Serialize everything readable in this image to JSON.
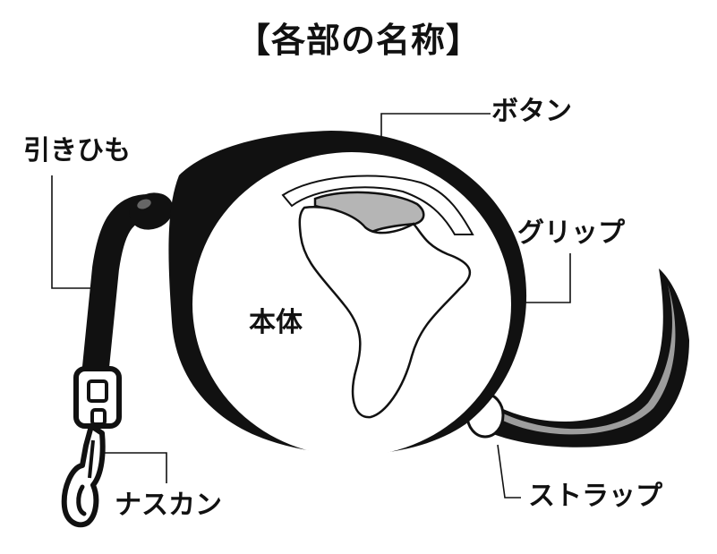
{
  "title": "【各部の名称】",
  "labels": {
    "leash": "引きひも",
    "button": "ボタン",
    "grip": "グリップ",
    "body": "本体",
    "snap_hook": "ナスカン",
    "strap": "ストラップ"
  },
  "colors": {
    "ink": "#111111",
    "button_fill": "#b5b5b5",
    "strap_fill": "#9d9d9d",
    "background": "#ffffff"
  }
}
